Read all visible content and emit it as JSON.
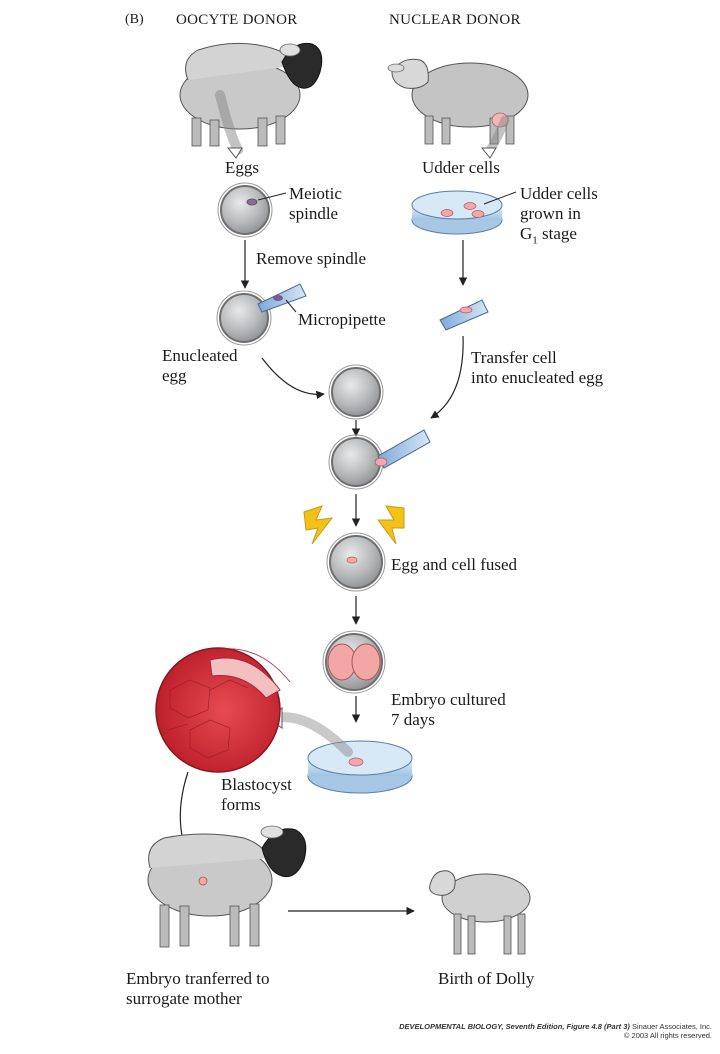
{
  "panel_label": "(B)",
  "headers": {
    "oocyte_donor": "OOCYTE DONOR",
    "nuclear_donor": "NUCLEAR DONOR"
  },
  "labels": {
    "eggs": "Eggs",
    "udder_cells": "Udder cells",
    "meiotic_spindle_1": "Meiotic",
    "meiotic_spindle_2": "spindle",
    "udder_grown_1": "Udder cells",
    "udder_grown_2": "grown in",
    "udder_grown_3_prefix": "G",
    "udder_grown_3_sub": "1",
    "udder_grown_3_suffix": " stage",
    "remove_spindle": "Remove spindle",
    "micropipette": "Micropipette",
    "enucleated_1": "Enucleated",
    "enucleated_2": "egg",
    "transfer_1": "Transfer cell",
    "transfer_2": "into enucleated egg",
    "egg_cell_fused": "Egg and cell fused",
    "embryo_cultured_1": "Embryo cultured",
    "embryo_cultured_2": "7 days",
    "blastocyst_1": "Blastocyst",
    "blastocyst_2": "forms",
    "embryo_transferred_1": "Embryo tranferred to",
    "embryo_transferred_2": "surrogate mother",
    "birth_dolly": "Birth of Dolly"
  },
  "credit": {
    "caption": "DEVELOPMENTAL BIOLOGY, Seventh Edition, Figure 4.8 (Part 3)",
    "publisher": "Sinauer Associates, Inc.",
    "copyright": "© 2003 All rights reserved."
  },
  "colors": {
    "egg_fill": "#b9bbbd",
    "sheep_body": "#c8c8c8",
    "sheep_face_black": "#2a2a2a",
    "dish_blue": "#bcd6ec",
    "cell_pink": "#f0a8a8",
    "blastocyst_red": "#d9303a",
    "spark_yellow": "#f2c21b"
  }
}
